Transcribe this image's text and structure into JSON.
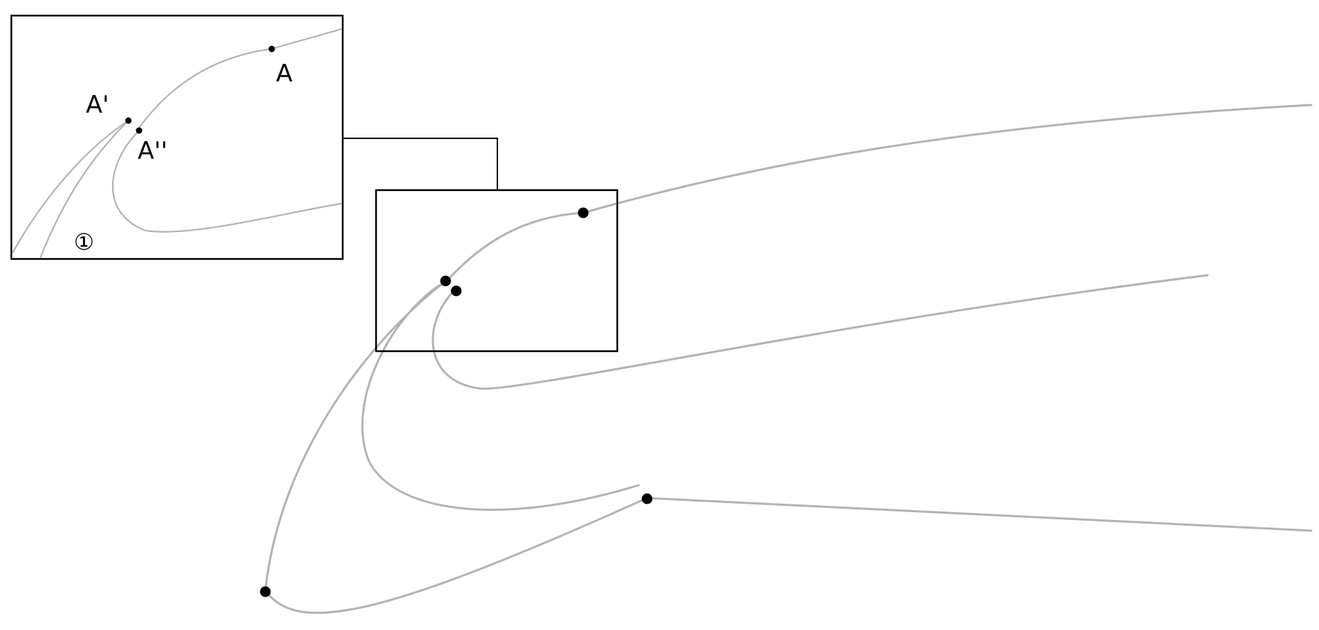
{
  "colors": {
    "curve": "#b3b3b3",
    "point": "#000000",
    "frame": "#000000",
    "label": "#000000",
    "background": "#ffffff"
  },
  "inset": {
    "labels": {
      "point_a": "A",
      "point_a_prime": "A'",
      "point_a_double_prime": "A''",
      "region_marker": "①"
    }
  }
}
